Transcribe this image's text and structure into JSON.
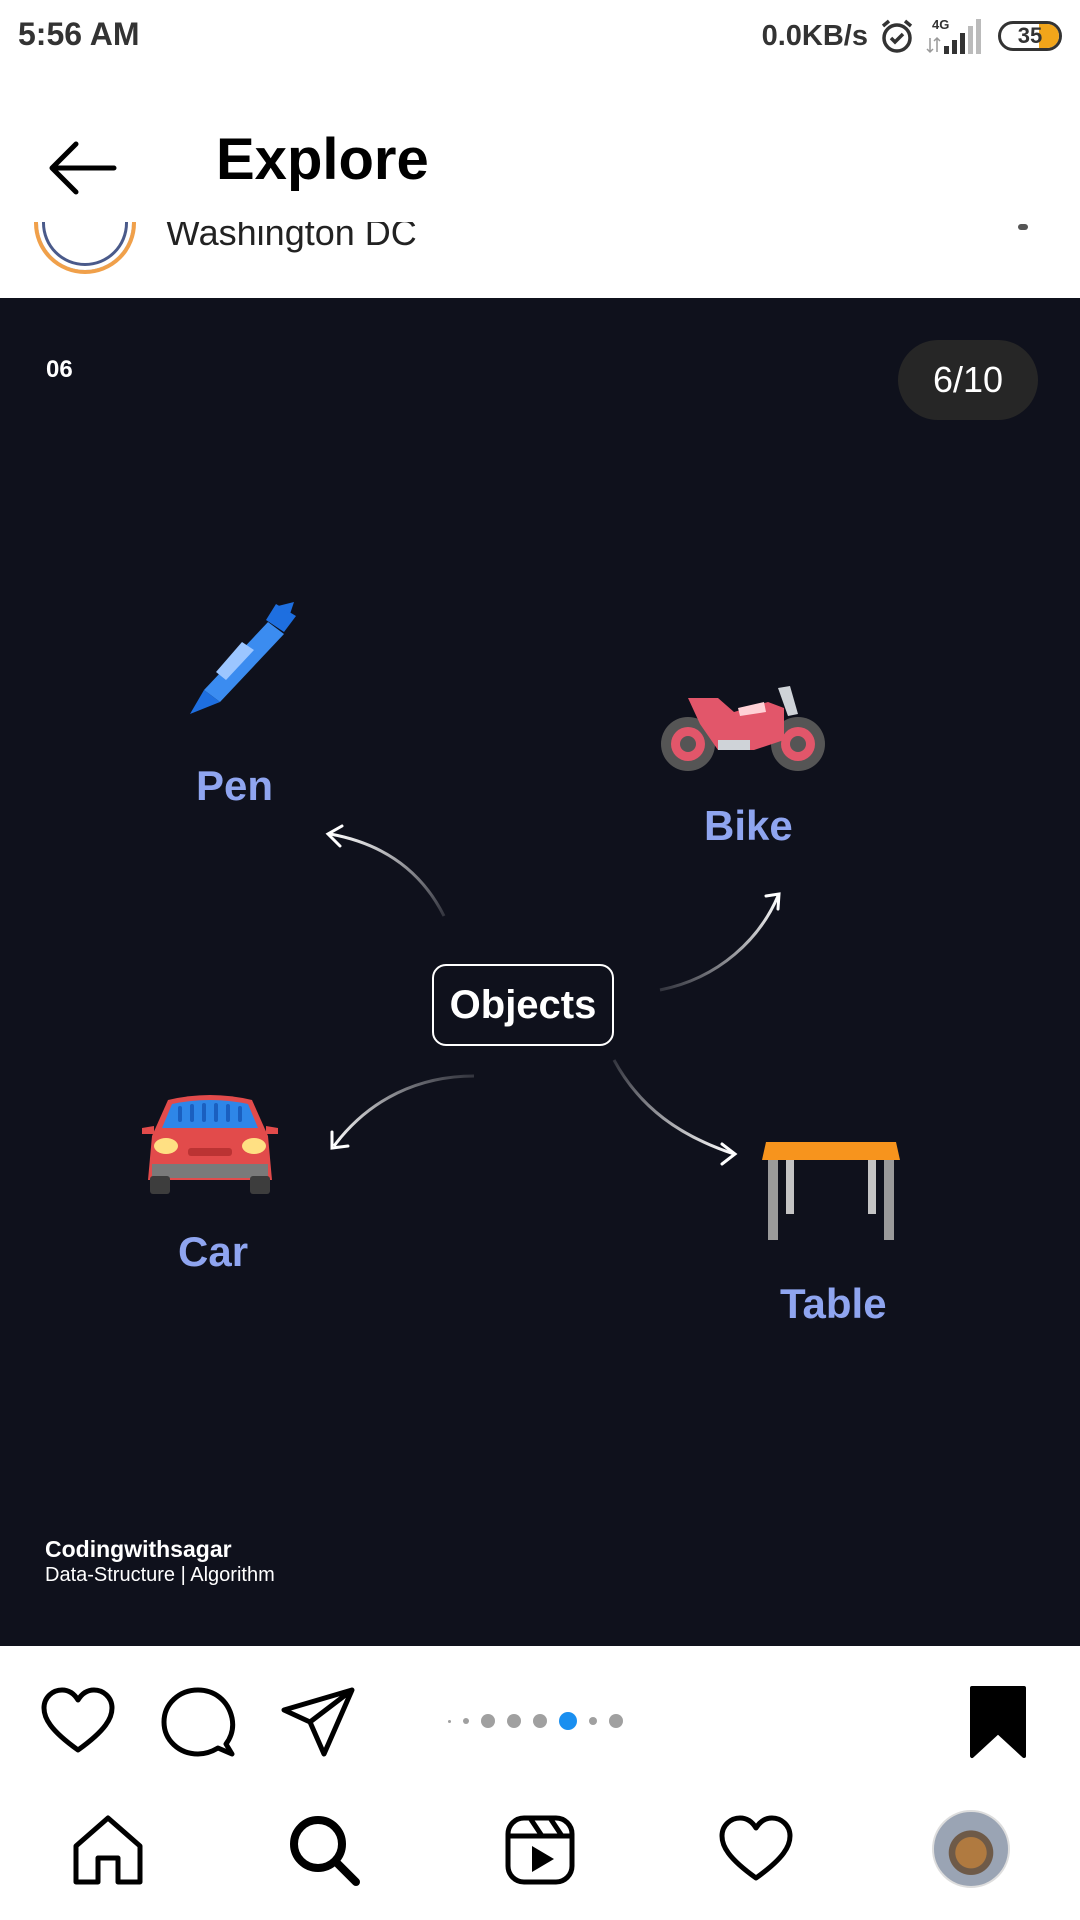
{
  "status_bar": {
    "time": "5:56 AM",
    "speed": "0.0KB/s",
    "network": "4G",
    "battery": "35",
    "icons": [
      "alarm-icon",
      "signal-icon",
      "battery-icon"
    ]
  },
  "header": {
    "title": "Explore",
    "back_icon": "back-arrow-icon"
  },
  "profile": {
    "location": "Washington DC"
  },
  "post": {
    "number": "06",
    "slide_counter": "6/10",
    "center_label": "Objects",
    "objects": [
      {
        "label": "Pen",
        "icon": "pen-icon"
      },
      {
        "label": "Bike",
        "icon": "motorbike-icon"
      },
      {
        "label": "Car",
        "icon": "car-icon"
      },
      {
        "label": "Table",
        "icon": "table-icon"
      }
    ],
    "credit_name": "Codingwithsagar",
    "credit_sub": "Data-Structure | Algorithm",
    "colors": {
      "background": "#0f111c",
      "label": "#8fa5f0",
      "active_dot": "#1a8ff0"
    }
  },
  "actions": {
    "icons": [
      "heart-icon",
      "comment-icon",
      "share-icon",
      "bookmark-icon"
    ],
    "carousel_total": 8,
    "carousel_active": 6
  },
  "bottom_nav": {
    "items": [
      "home-icon",
      "search-icon",
      "reels-icon",
      "activity-heart-icon",
      "profile-avatar"
    ]
  }
}
